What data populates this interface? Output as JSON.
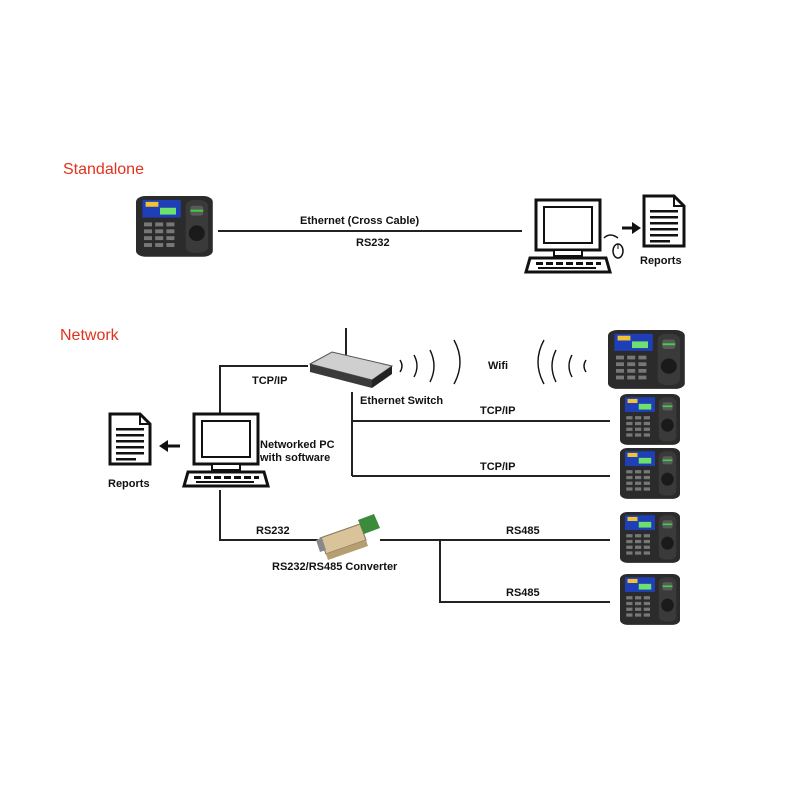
{
  "sections": {
    "standalone": "Standalone",
    "network": "Network"
  },
  "standalone": {
    "ethernet_label": "Ethernet  (Cross Cable)",
    "rs232_label": "RS232",
    "reports_label": "Reports"
  },
  "network": {
    "tcpip_pc_label": "TCP/IP",
    "ethernet_switch_label": "Ethernet Switch",
    "wifi_label": "Wifi",
    "tcpip_line1_label": "TCP/IP",
    "tcpip_line2_label": "TCP/IP",
    "pc_label_line1": "Networked PC",
    "pc_label_line2": "with software",
    "reports_label": "Reports",
    "rs232_label": "RS232",
    "converter_label": "RS232/RS485 Converter",
    "rs485_line1_label": "RS485",
    "rs485_line2_label": "RS485"
  },
  "colors": {
    "section_title": "#e0321e",
    "line": "#222222",
    "device_body": "#2b2b2b",
    "screen": "#1e3fb8"
  }
}
